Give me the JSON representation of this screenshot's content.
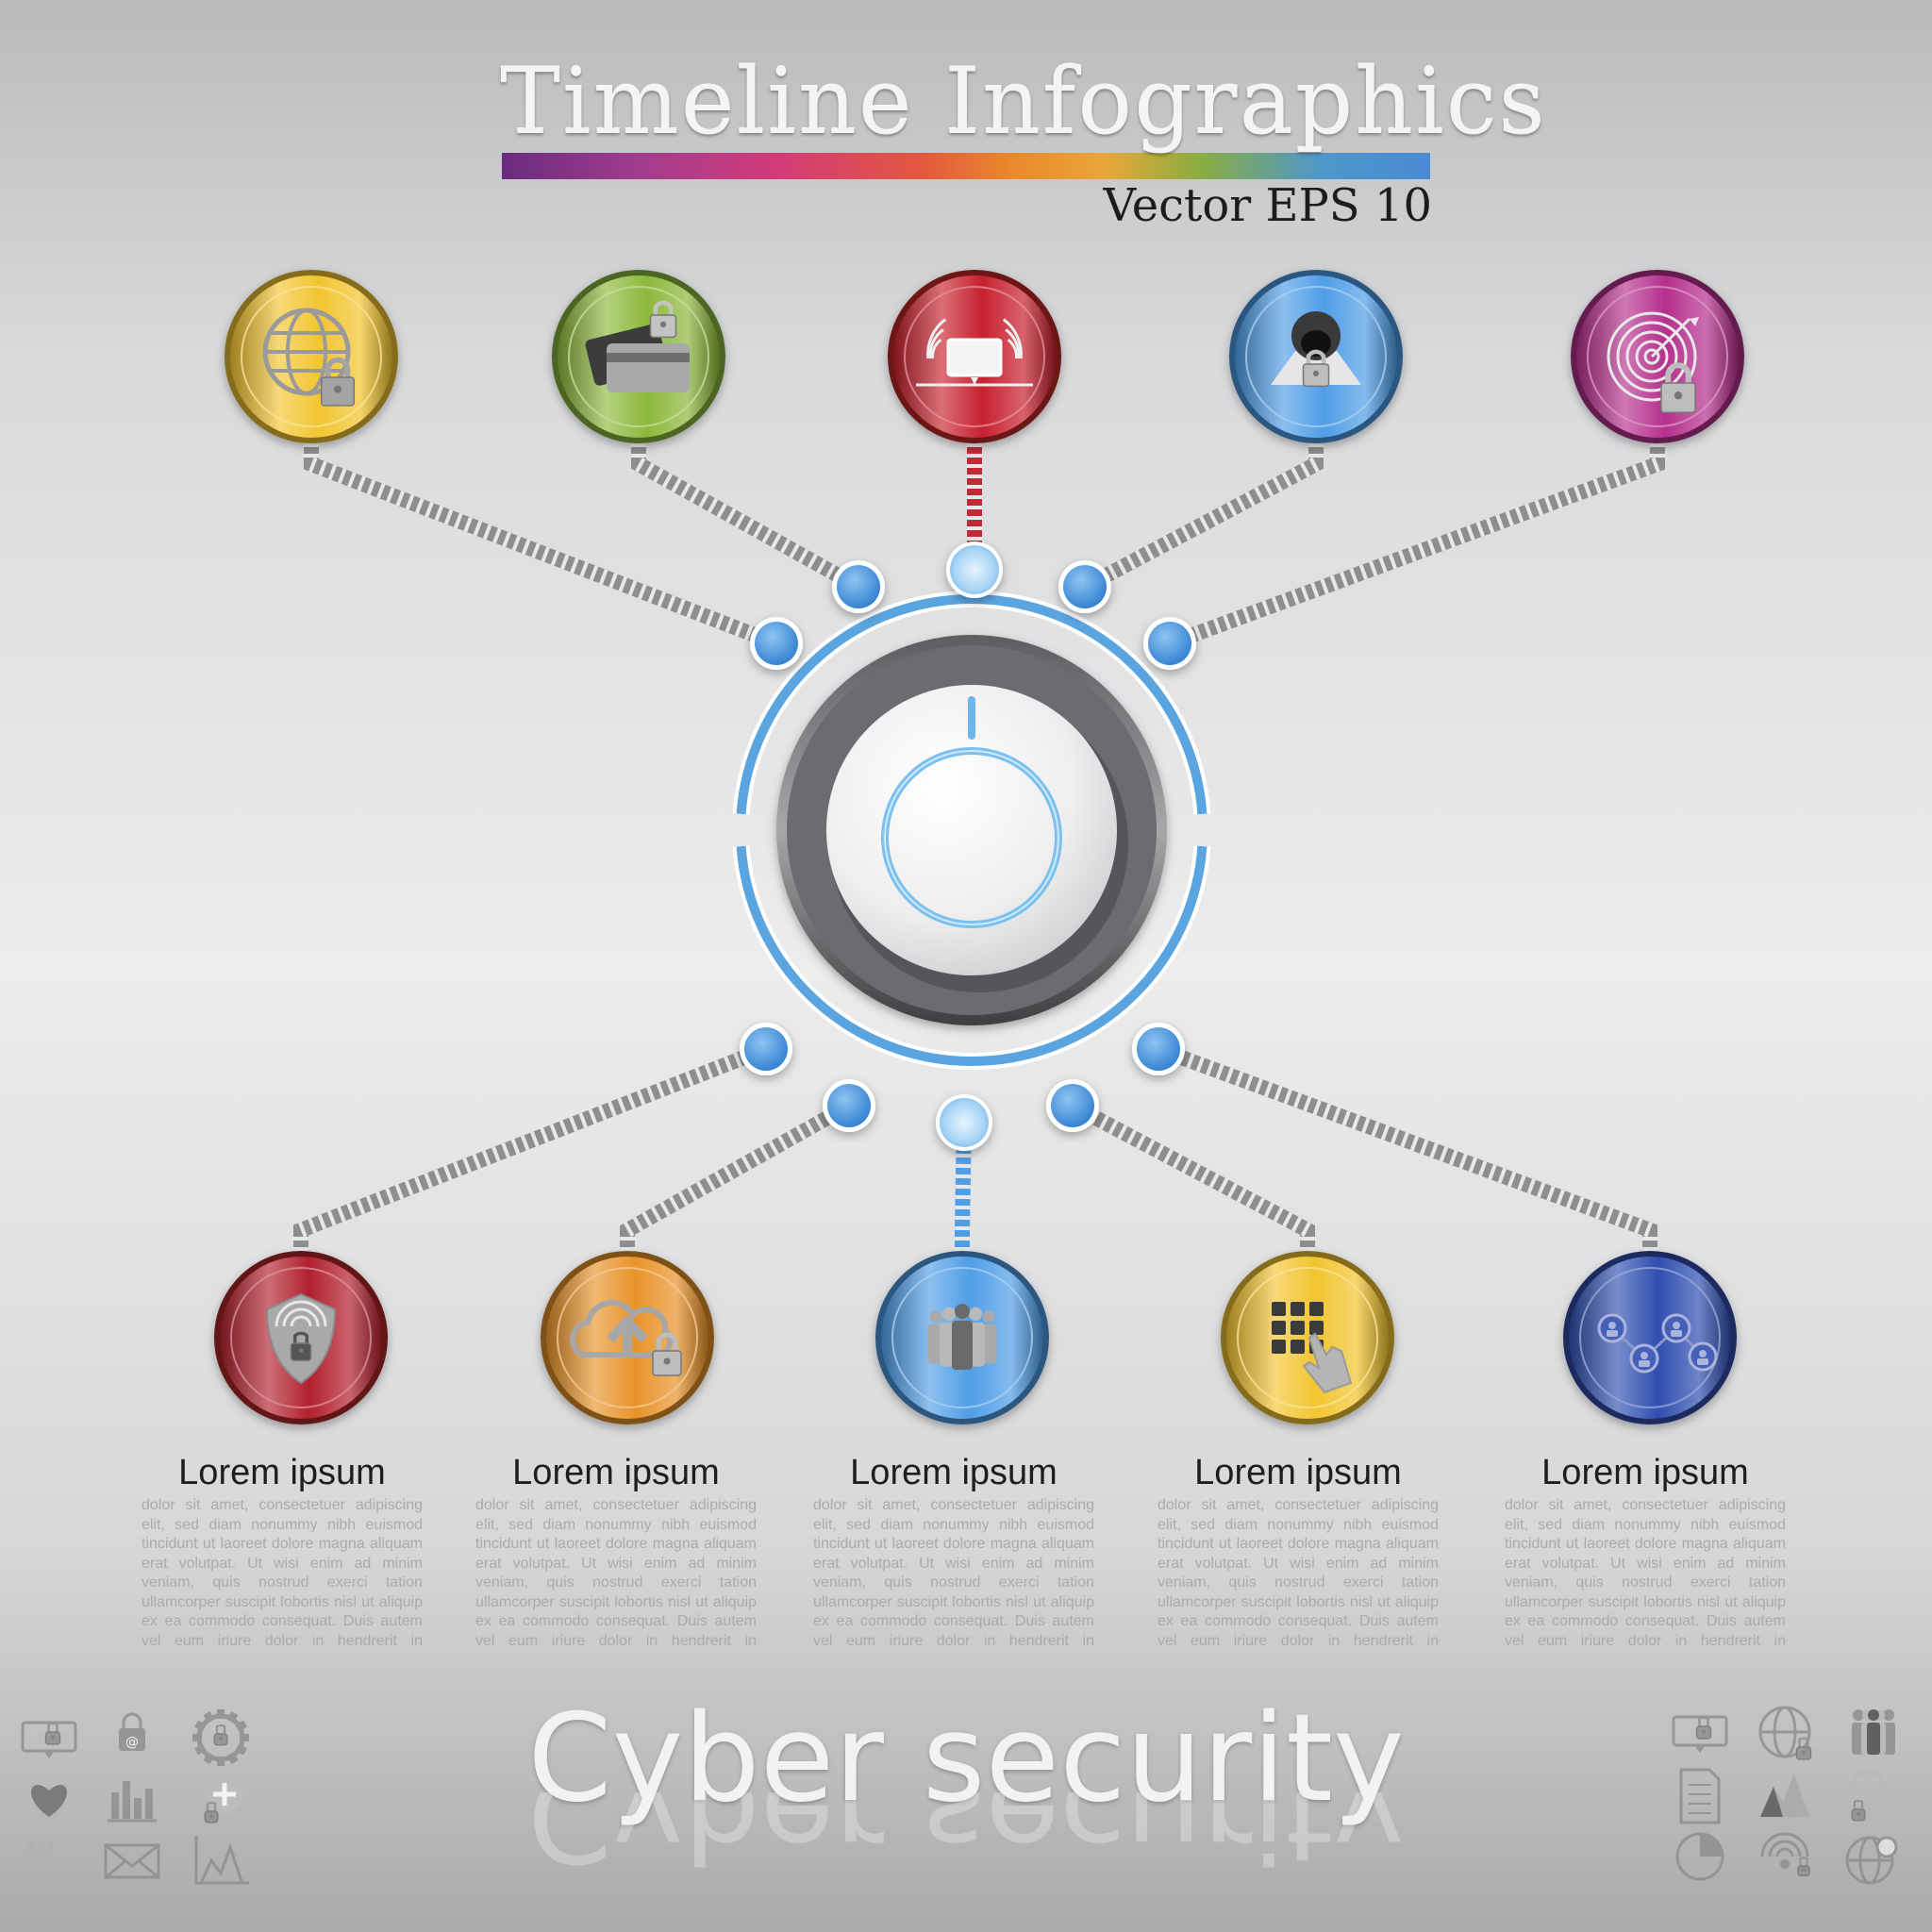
{
  "header": {
    "title": "Timeline Infographics",
    "subtitle": "Vector EPS 10",
    "bar_colors": [
      "#6a2c7e",
      "#a23c8e",
      "#d33b78",
      "#e2573f",
      "#e9892b",
      "#e9a63a",
      "#8cad3f",
      "#4f97c9",
      "#4a8ad2"
    ]
  },
  "footer": {
    "title": "Cyber security"
  },
  "top_nodes": [
    {
      "id": "globe-lock",
      "icon": "globe-lock-icon",
      "color": "#f2c52f"
    },
    {
      "id": "card-lock",
      "icon": "credit-card-lock-icon",
      "color": "#8cb83b"
    },
    {
      "id": "computer-wifi",
      "icon": "computer-wifi-icon",
      "color": "#c7202e"
    },
    {
      "id": "hacker-lock",
      "icon": "hacker-lock-icon",
      "color": "#4f9ee6"
    },
    {
      "id": "target-lock",
      "icon": "target-lock-icon",
      "color": "#b52f8d"
    }
  ],
  "bottom_nodes": [
    {
      "id": "shield-wifi",
      "icon": "shield-wifi-lock-icon",
      "color": "#b2202e",
      "title": "Lorem ipsum",
      "body": "dolor sit amet, consectetuer adipiscing elit, sed diam nonummy nibh euismod tincidunt ut laoreet dolore magna aliquam erat volutpat. Ut wisi enim ad minim veniam, quis nostrud exerci tation ullamcorper suscipit lobortis nisl ut aliquip ex ea commodo consequat. Duis autem vel eum iriure dolor in hendrerit in"
    },
    {
      "id": "cloud-upload",
      "icon": "cloud-upload-lock-icon",
      "color": "#e89329",
      "title": "Lorem ipsum",
      "body": "dolor sit amet, consectetuer adipiscing elit, sed diam nonummy nibh euismod tincidunt ut laoreet dolore magna aliquam erat volutpat. Ut wisi enim ad minim veniam, quis nostrud exerci tation ullamcorper suscipit lobortis nisl ut aliquip ex ea commodo consequat. Duis autem vel eum iriure dolor in hendrerit in"
    },
    {
      "id": "people-group",
      "icon": "people-group-icon",
      "color": "#4f9ee6",
      "title": "Lorem ipsum",
      "body": "dolor sit amet, consectetuer adipiscing elit, sed diam nonummy nibh euismod tincidunt ut laoreet dolore magna aliquam erat volutpat. Ut wisi enim ad minim veniam, quis nostrud exerci tation ullamcorper suscipit lobortis nisl ut aliquip ex ea commodo consequat. Duis autem vel eum iriure dolor in hendrerit in"
    },
    {
      "id": "keypad-hand",
      "icon": "keypad-hand-icon",
      "color": "#f2c52f",
      "title": "Lorem ipsum",
      "body": "dolor sit amet, consectetuer adipiscing elit, sed diam nonummy nibh euismod tincidunt ut laoreet dolore magna aliquam erat volutpat. Ut wisi enim ad minim veniam, quis nostrud exerci tation ullamcorper suscipit lobortis nisl ut aliquip ex ea commodo consequat. Duis autem vel eum iriure dolor in hendrerit in"
    },
    {
      "id": "network",
      "icon": "network-people-icon",
      "color": "#2f4fb0",
      "title": "Lorem ipsum",
      "body": "dolor sit amet, consectetuer adipiscing elit, sed diam nonummy nibh euismod tincidunt ut laoreet dolore magna aliquam erat volutpat. Ut wisi enim ad minim veniam, quis nostrud exerci tation ullamcorper suscipit lobortis nisl ut aliquip ex ea commodo consequat. Duis autem vel eum iriure dolor in hendrerit in"
    }
  ],
  "hub": {
    "icon": "power-button-icon",
    "ring_color": "#5aa5e0"
  },
  "corner_icons_left": [
    "monitor-lock-icon",
    "email-lock-icon",
    "gear-lock-icon",
    "heart-icon",
    "bar-chart-icon",
    "plus-lock-icon",
    "keypad-icon",
    "envelope-icon",
    "area-chart-icon"
  ],
  "corner_icons_right": [
    "monitor-lock-icon",
    "globe-lock-icon",
    "people-icon",
    "document-icon",
    "mountain-chart-icon",
    "search-lock-icon",
    "pie-chart-icon",
    "wifi-lock-icon",
    "globe-search-icon"
  ]
}
